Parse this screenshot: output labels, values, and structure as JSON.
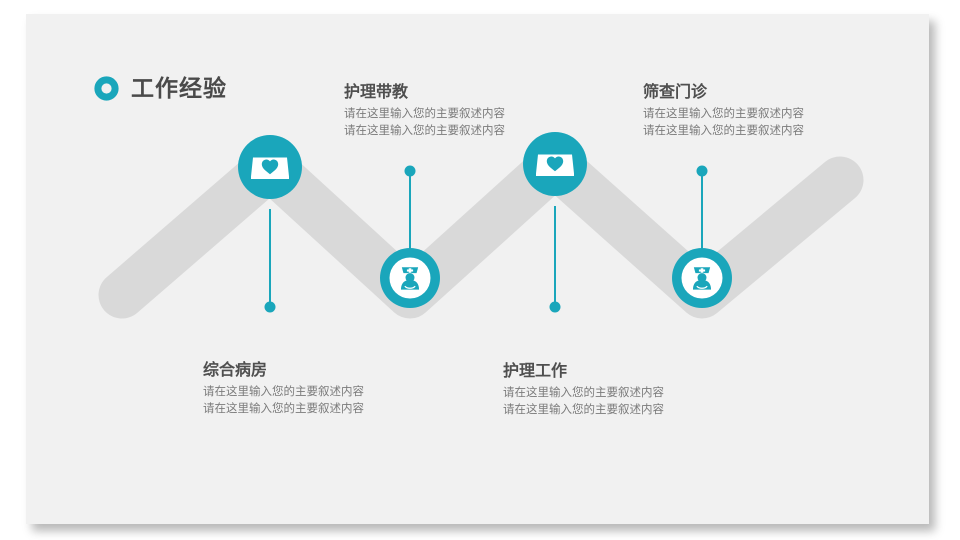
{
  "slide": {
    "background_color": "#f1f1f1",
    "accent_color": "#1aa6bb",
    "ribbon_color": "#d9d9d9"
  },
  "header": {
    "bullet_icon": "ring-icon",
    "title": "工作经验"
  },
  "timeline": {
    "nodes": [
      {
        "id": "node-1",
        "icon": "nurse-figure-icon",
        "icon_style": "ring",
        "heading": "综合病房",
        "lines": [
          "请在这里输入您的主要叙述内容",
          "请在这里输入您的主要叙述内容"
        ],
        "label_position": "below"
      },
      {
        "id": "node-2",
        "icon": "nurse-cap-icon",
        "icon_style": "filled",
        "heading": "护理带教",
        "lines": [
          "请在这里输入您的主要叙述内容",
          "请在这里输入您的主要叙述内容"
        ],
        "label_position": "above"
      },
      {
        "id": "node-3",
        "icon": "nurse-figure-icon",
        "icon_style": "ring",
        "heading": "护理工作",
        "lines": [
          "请在这里输入您的主要叙述内容",
          "请在这里输入您的主要叙述内容"
        ],
        "label_position": "below"
      },
      {
        "id": "node-4",
        "icon": "nurse-cap-icon",
        "icon_style": "filled",
        "heading": "筛查门诊",
        "lines": [
          "请在这里输入您的主要叙述内容",
          "请在这里输入您的主要叙述内容"
        ],
        "label_position": "above"
      }
    ]
  }
}
